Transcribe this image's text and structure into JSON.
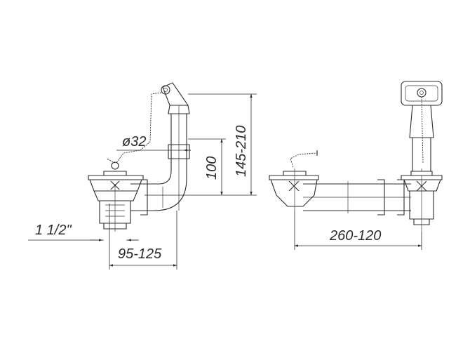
{
  "dimensions": {
    "pipe_diameter": "ø32",
    "height_min": "100",
    "height_range": "145-210",
    "thread_size": "1 1/2\"",
    "offset_range": "95-125",
    "length_range": "260-120"
  }
}
